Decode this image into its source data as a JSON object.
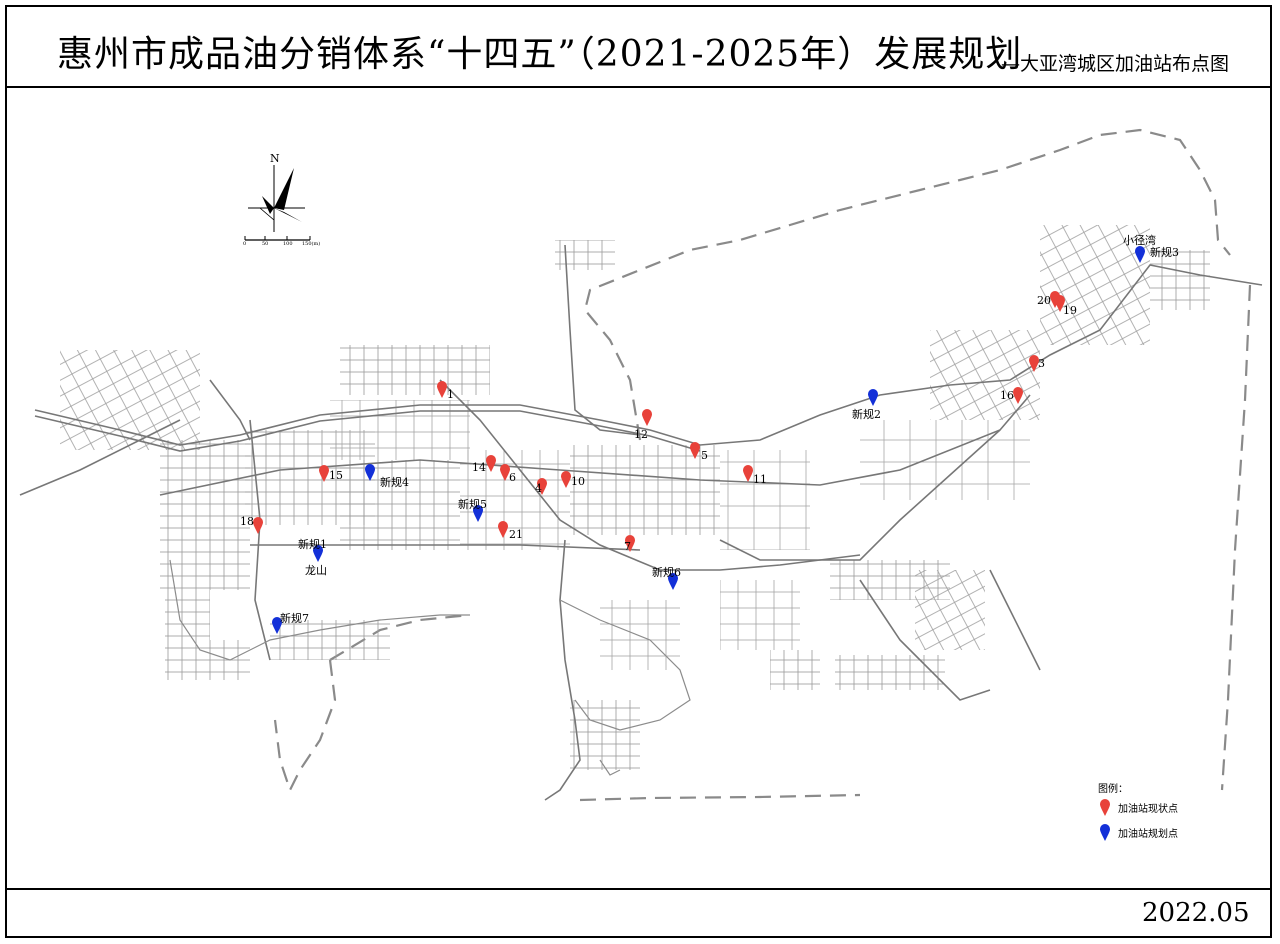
{
  "title": "惠州市成品油分销体系“十四五”（2021-2025年）发展规划",
  "subtitle": "—大亚湾城区加油站布点图",
  "date": "2022.05",
  "compass": {
    "north_label": "N",
    "scale_ticks": [
      "0",
      "50",
      "100",
      "150(m)"
    ]
  },
  "place_labels": [
    "龙山",
    "小径湾"
  ],
  "legend": {
    "heading": "图例：",
    "existing_label": "加油站现状点",
    "planned_label": "加油站规划点",
    "existing_color": "#e8423a",
    "planned_color": "#1330d8"
  },
  "existing_stations": [
    "1",
    "3",
    "4",
    "5",
    "6",
    "7",
    "10",
    "11",
    "12",
    "14",
    "15",
    "16",
    "18",
    "19",
    "20",
    "21"
  ],
  "planned_stations": [
    "新规1",
    "新规2",
    "新规3",
    "新规4",
    "新规5",
    "新规6",
    "新规7"
  ]
}
